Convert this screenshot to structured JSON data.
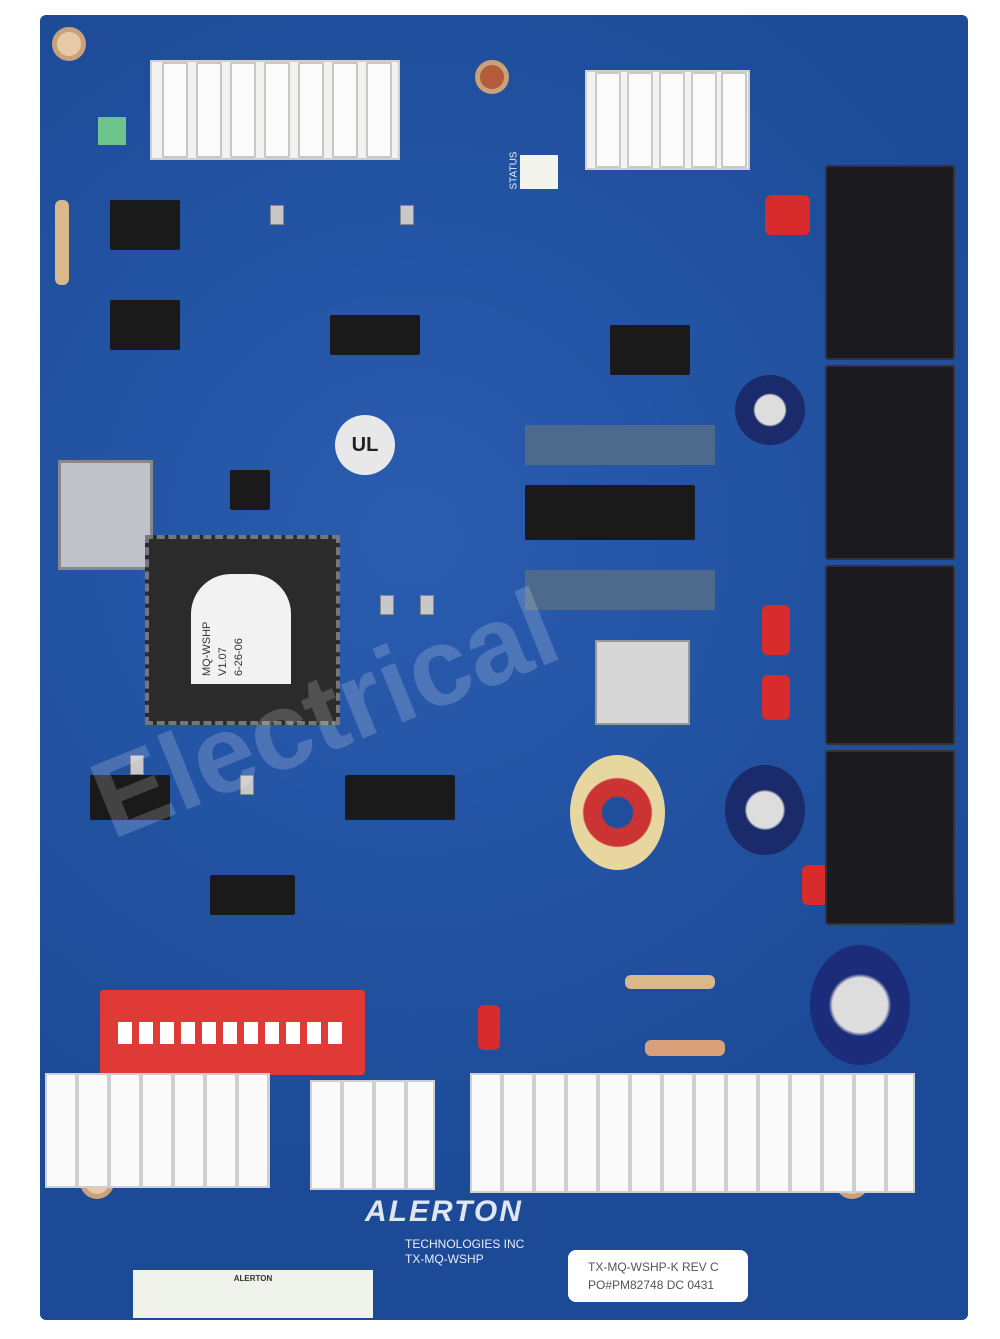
{
  "board": {
    "brand": "ALERTON",
    "company": "TECHNOLOGIES INC",
    "model_silk": "TX-MQ-WSHP",
    "status_silk": "STATUS",
    "warning_label_title": "ALERTON",
    "product_label": {
      "line1": "TX-MQ-WSHP-K REV C",
      "line2": "PO#PM82748 DC 0431"
    },
    "chip_label": {
      "line1": "MQ-WSHP",
      "line2": "V1.07",
      "line3": "6-26-06"
    },
    "watermark": "Electrical",
    "colors": {
      "pcb": "#1f4f9c",
      "dip_switch": "#e03a36",
      "connector": "#f2f2f0",
      "relay": "#1b1b1f"
    }
  }
}
